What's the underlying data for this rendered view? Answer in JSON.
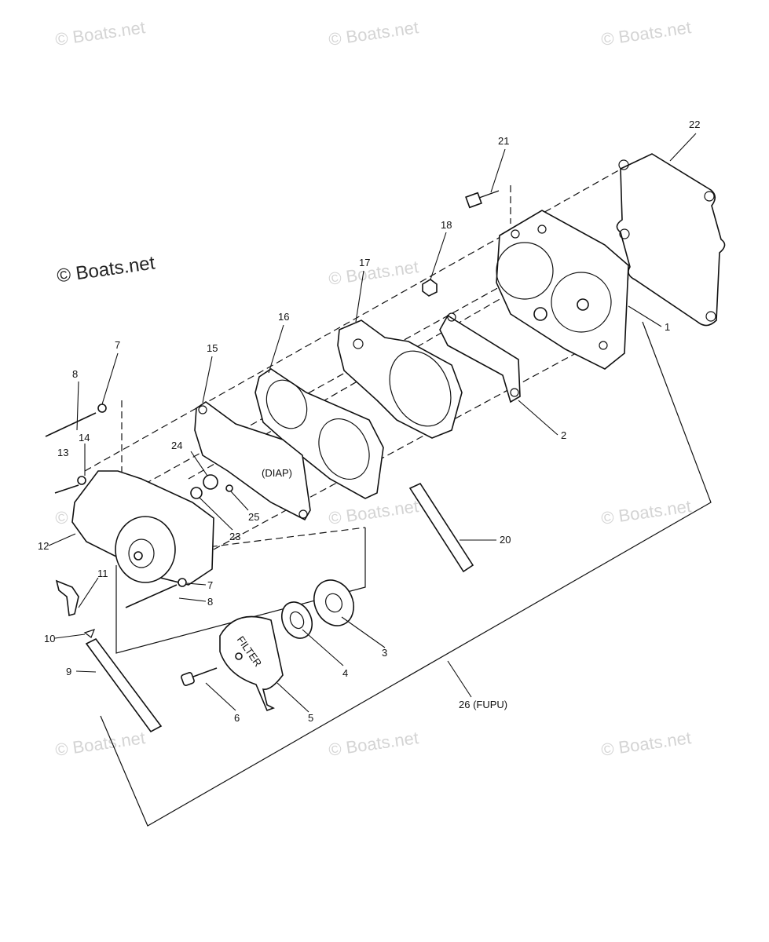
{
  "watermark": {
    "text": "© Boats.net",
    "feature_text": "© Boats.net"
  },
  "labels": {
    "p1": "1",
    "p2": "2",
    "p3": "3",
    "p4": "4",
    "p5": "5",
    "p6": "6",
    "p7a": "7",
    "p7b": "7",
    "p8a": "8",
    "p8b": "8",
    "p9": "9",
    "p10": "10",
    "p11": "11",
    "p12": "12",
    "p13": "13",
    "p14": "14",
    "p15": "15",
    "p16": "16",
    "p17": "17",
    "p18": "18",
    "p20": "20",
    "p21": "21",
    "p22": "22",
    "p23": "23",
    "p24": "24",
    "p25": "25",
    "p26": "26 (FUPU)",
    "diap": "(DIAP)",
    "filter": "FILTER"
  }
}
